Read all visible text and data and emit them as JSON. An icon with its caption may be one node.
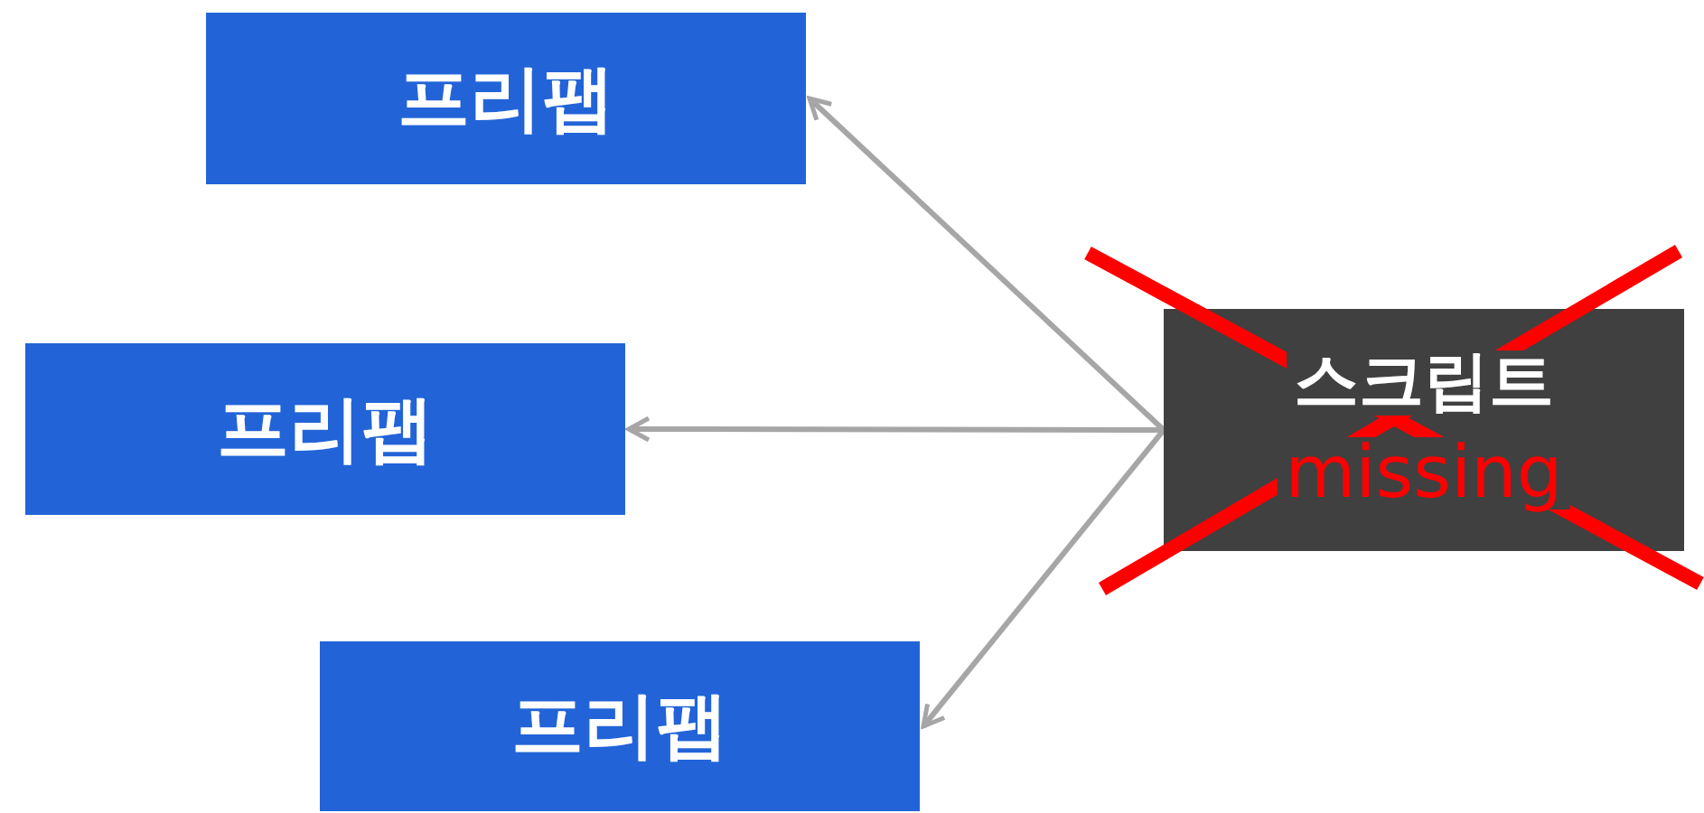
{
  "diagram": {
    "nodes": [
      {
        "text": [
          "프리팹"
        ]
      },
      {
        "text": [
          "프리팹"
        ]
      },
      {
        "text": [
          "프리팹"
        ]
      },
      {
        "text": [
          "스크립트",
          "missing"
        ]
      }
    ],
    "edges": [
      {
        "from": 3,
        "to": 0,
        "arrow": "to"
      },
      {
        "from": 3,
        "to": 1,
        "arrow": "to"
      },
      {
        "from": 3,
        "to": 2,
        "arrow": "to"
      }
    ]
  }
}
